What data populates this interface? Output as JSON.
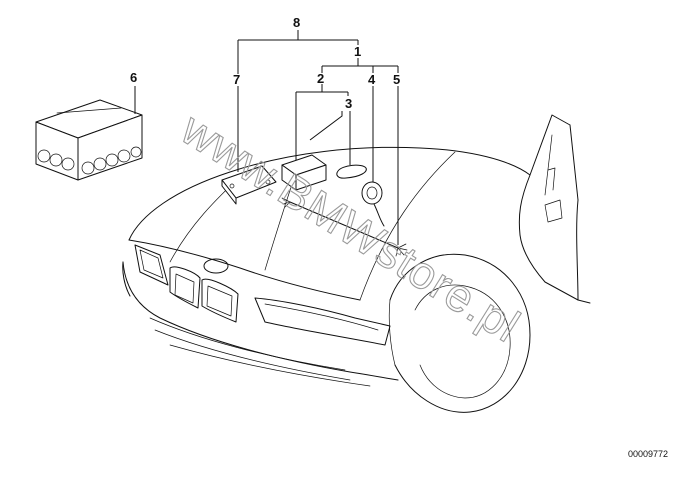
{
  "diagram": {
    "callouts": {
      "c1": "1",
      "c2": "2",
      "c3": "3",
      "c4": "4",
      "c5": "5",
      "c6": "6",
      "c7": "7",
      "c8": "8"
    },
    "watermark": "www.BMWstore.pl",
    "drawing_number": "00009772"
  }
}
